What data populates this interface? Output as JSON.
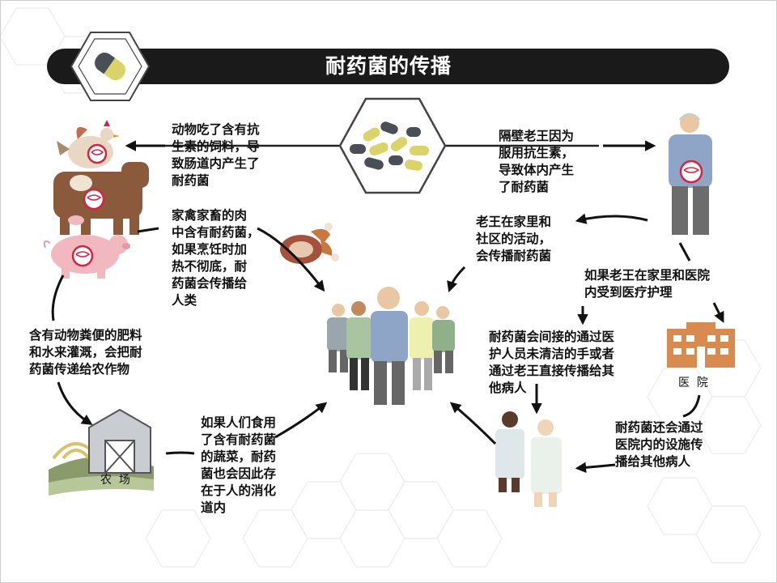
{
  "title": "耐药菌的传播",
  "texts": {
    "animals": "动物吃了含有抗\n生素的饲料，导\n致肠道内产生了\n耐药菌",
    "meat": "家禽家畜的肉\n中含有耐药菌，\n如果烹饪时加\n热不彻底，耐\n药菌会传播给\n人类",
    "manure": "含有动物粪便的肥料\n和水来灌溉，会把耐\n药菌传递给农作物",
    "vegetables": "如果人们食用\n了含有耐药菌\n的蔬菜，耐药\n菌也会因此存\n在于人的消化\n道内",
    "neighbor": "隔壁老王因为\n服用抗生素，\n导致体内产生\n了耐药菌",
    "community": "老王在家里和\n社区的活动，\n会传播耐药菌",
    "care": "如果老王在家里和医院\n内受到医疗护理",
    "indirect": "耐药菌会间接的通过医\n护人员未清洁的手或者\n通过老王直接传播给其\n他病人",
    "facility": "耐药菌还会通过\n医院内的设施传\n播给其他病人"
  },
  "labels": {
    "farm": "农  场",
    "hospital": "医  院"
  },
  "colors": {
    "title_bar": "#1a1a1a",
    "cow": "#8b5a3c",
    "pig": "#f2b8c0",
    "gut": "#d8223f",
    "hospital": "#d98a4e",
    "pill_yellow": "#d9d36a",
    "pill_dark": "#4a4e57"
  }
}
